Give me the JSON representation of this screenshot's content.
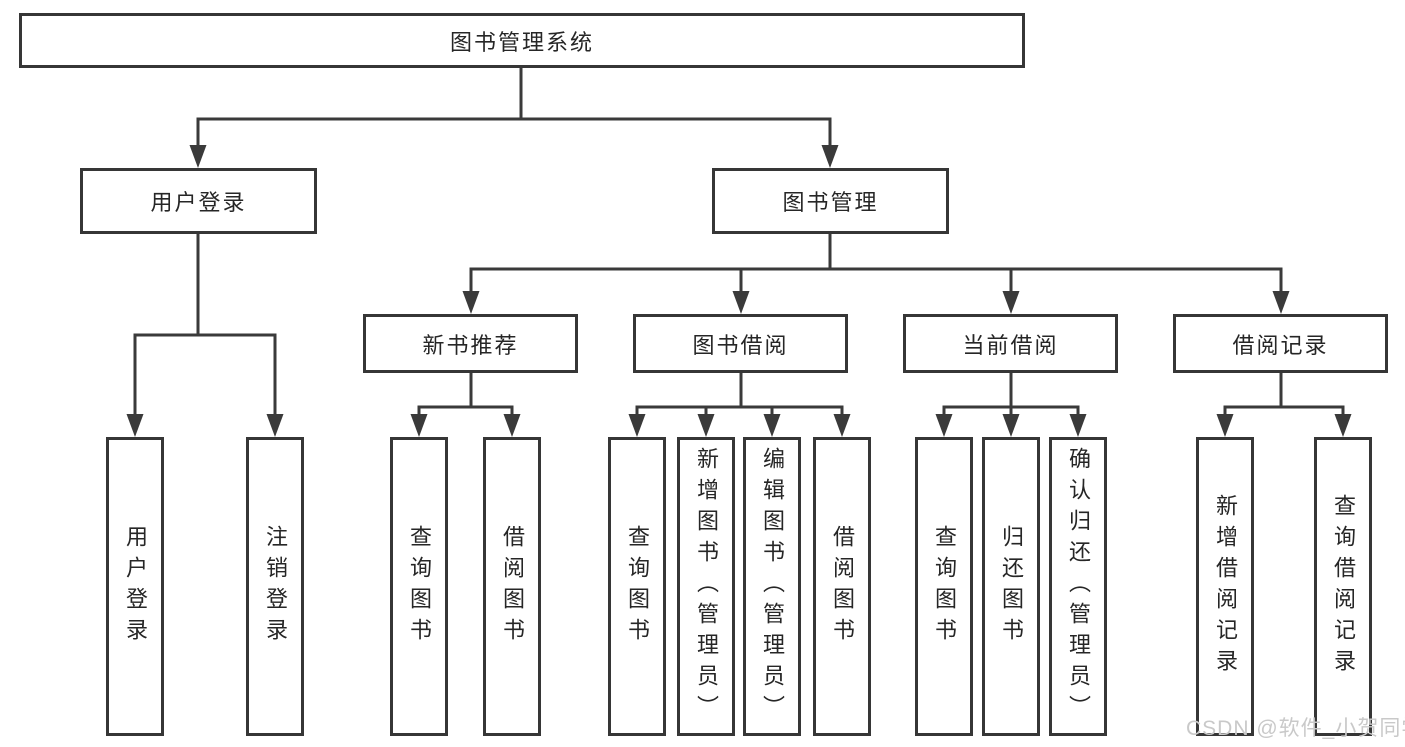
{
  "colors": {
    "line": "#3a3a3a",
    "border": "#363636",
    "text": "#262626",
    "watermark": "#c9c9c9",
    "background": "#ffffff"
  },
  "watermark": {
    "text": "CSDN @软件_小贺同学"
  },
  "tree": {
    "label": "图书管理系统",
    "children": [
      {
        "label": "用户登录",
        "children": [
          {
            "label": "用户登录"
          },
          {
            "label": "注销登录"
          }
        ]
      },
      {
        "label": "图书管理",
        "children": [
          {
            "label": "新书推荐",
            "children": [
              {
                "label": "查询图书"
              },
              {
                "label": "借阅图书"
              }
            ]
          },
          {
            "label": "图书借阅",
            "children": [
              {
                "label": "查询图书"
              },
              {
                "label": "新增图书（管理员）"
              },
              {
                "label": "编辑图书（管理员）"
              },
              {
                "label": "借阅图书"
              }
            ]
          },
          {
            "label": "当前借阅",
            "children": [
              {
                "label": "查询图书"
              },
              {
                "label": "归还图书"
              },
              {
                "label": "确认归还（管理员）"
              }
            ]
          },
          {
            "label": "借阅记录",
            "children": [
              {
                "label": "新增借阅记录"
              },
              {
                "label": "查询借阅记录"
              }
            ]
          }
        ]
      }
    ]
  }
}
